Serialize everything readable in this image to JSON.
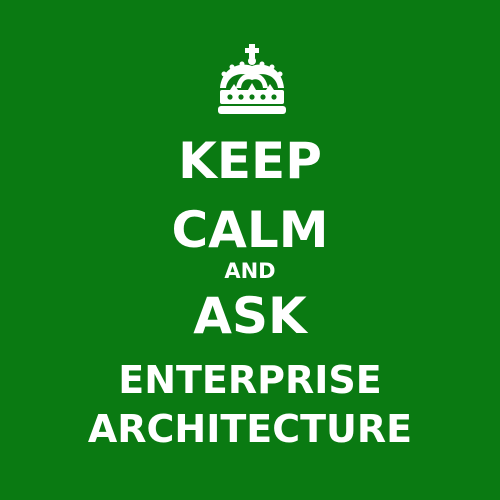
{
  "poster": {
    "background_color": "#0a7a12",
    "text_color": "#ffffff",
    "emblem": "crown-icon",
    "lines": [
      "KEEP",
      "CALM",
      "AND",
      "ASK",
      "ENTERPRISE",
      "ARCHITECTURE"
    ]
  }
}
